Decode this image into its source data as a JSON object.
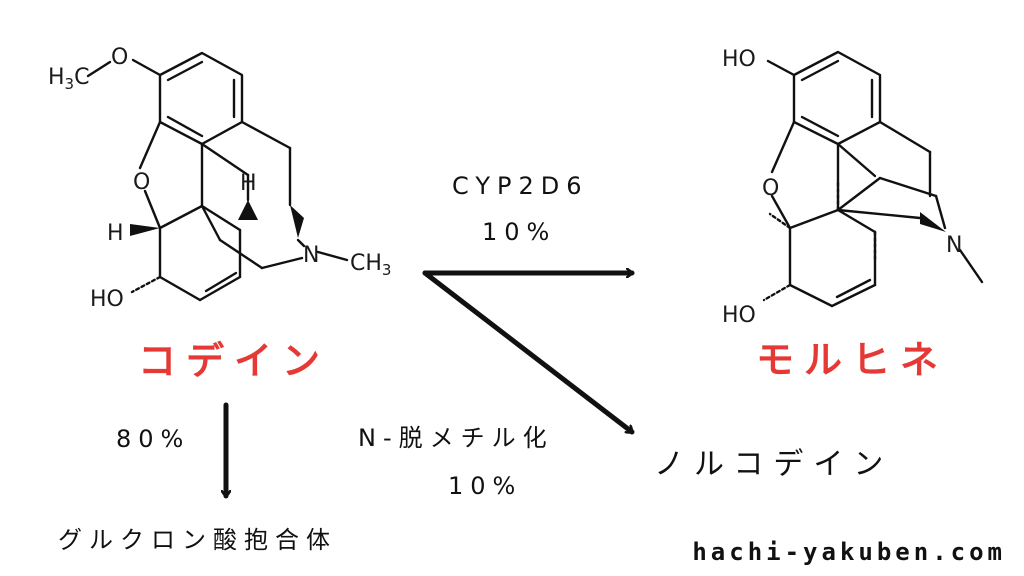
{
  "colors": {
    "drug_name": "#e53935",
    "text": "#111111",
    "bond": "#111111"
  },
  "codeine": {
    "name": "コデイン",
    "atoms": {
      "methoxy": "H3C",
      "ring_o": "O",
      "h_left": "H",
      "h_top": "H",
      "n": "N",
      "n_methyl": "CH3",
      "hydroxyl": "HO"
    }
  },
  "morphine": {
    "name": "モルヒネ",
    "atoms": {
      "hydroxyl_top": "HO",
      "ring_o": "O",
      "n": "N",
      "hydroxyl_bottom": "HO"
    }
  },
  "pathways": {
    "cyp2d6": {
      "enzyme": "CYP2D6",
      "percent": "10%"
    },
    "n_demethylation": {
      "reaction": "N-脱メチル化",
      "percent": "10%",
      "product": "ノルコデイン"
    },
    "glucuronidation": {
      "percent": "80%",
      "product": "グルクロン酸抱合体"
    }
  },
  "site": "hachi-yakuben.com"
}
